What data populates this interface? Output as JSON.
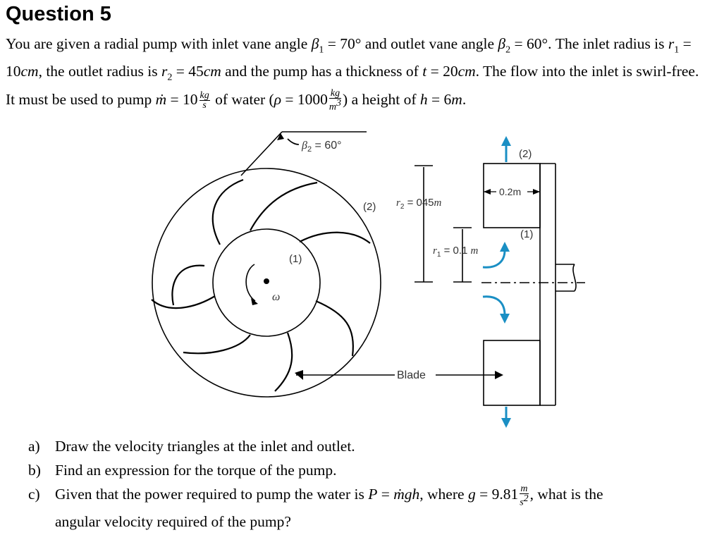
{
  "question": {
    "title": "Question 5",
    "t1": "You are given a radial pump with inlet vane angle ",
    "beta1": "β",
    "beta1_sub": "1",
    "beta1_val": " = 70°",
    "t2": " and outlet vane angle ",
    "beta2": "β",
    "beta2_sub": "2",
    "beta2_val": " = 60°",
    "t3": ". The inlet radius is ",
    "r1": "r",
    "r1_sub": "1",
    "r1_val": " = 10",
    "r1_unit": "cm",
    "t4": ", the outlet radius is ",
    "r2": "r",
    "r2_sub": "2",
    "r2_val": " = 45",
    "r2_unit": "cm",
    "t5": " and the pump has a thickness of ",
    "t_sym": "t",
    "t_val": " = 20",
    "t_unit": "cm",
    "t6": ". The flow into the inlet is swirl-free. It must be used to pump ",
    "mdot": "ṁ",
    "mdot_val": " = 10",
    "mdot_num": "kg",
    "mdot_den": "s",
    "t7": " of water (",
    "rho": "ρ",
    "rho_val": " = 1000",
    "rho_num": "kg",
    "rho_den": "m",
    "rho_den_sup": "3",
    "t8": ") a height of ",
    "h": "h",
    "h_val": " = 6",
    "h_unit": "m",
    "t9": "."
  },
  "figure": {
    "beta2_label": "β",
    "beta2_sub": "2",
    "beta2_val": " = 60°",
    "label_outlet": "(2)",
    "label_inlet": "(1)",
    "omega": "ω",
    "r2_label": "r",
    "r2_sub": "2",
    "r2_eq": " = 045",
    "r2_unit": "m",
    "r1_label": "r",
    "r1_sub": "1",
    "r1_eq": " = 0.1 ",
    "r1_unit": "m",
    "side_outlet": "(2)",
    "side_inlet": "(1)",
    "thickness": "0.2m",
    "blade": "Blade"
  },
  "parts": {
    "a_mark": "a)",
    "a_text": "Draw the velocity triangles at the inlet and outlet.",
    "b_mark": "b)",
    "b_text": "Find an expression for the torque of the pump.",
    "c_mark": "c)",
    "c_t1": "Given that the power required to pump the water is ",
    "c_P": "P",
    "c_eq": " = ",
    "c_mgh": "ṁgh",
    "c_t2": ", where ",
    "c_g": "g",
    "c_gval": " = 9.81",
    "c_num": "m",
    "c_den": "s",
    "c_den_sup": "2",
    "c_t3": ", what is the",
    "c_cont": "angular velocity required of the pump?"
  }
}
